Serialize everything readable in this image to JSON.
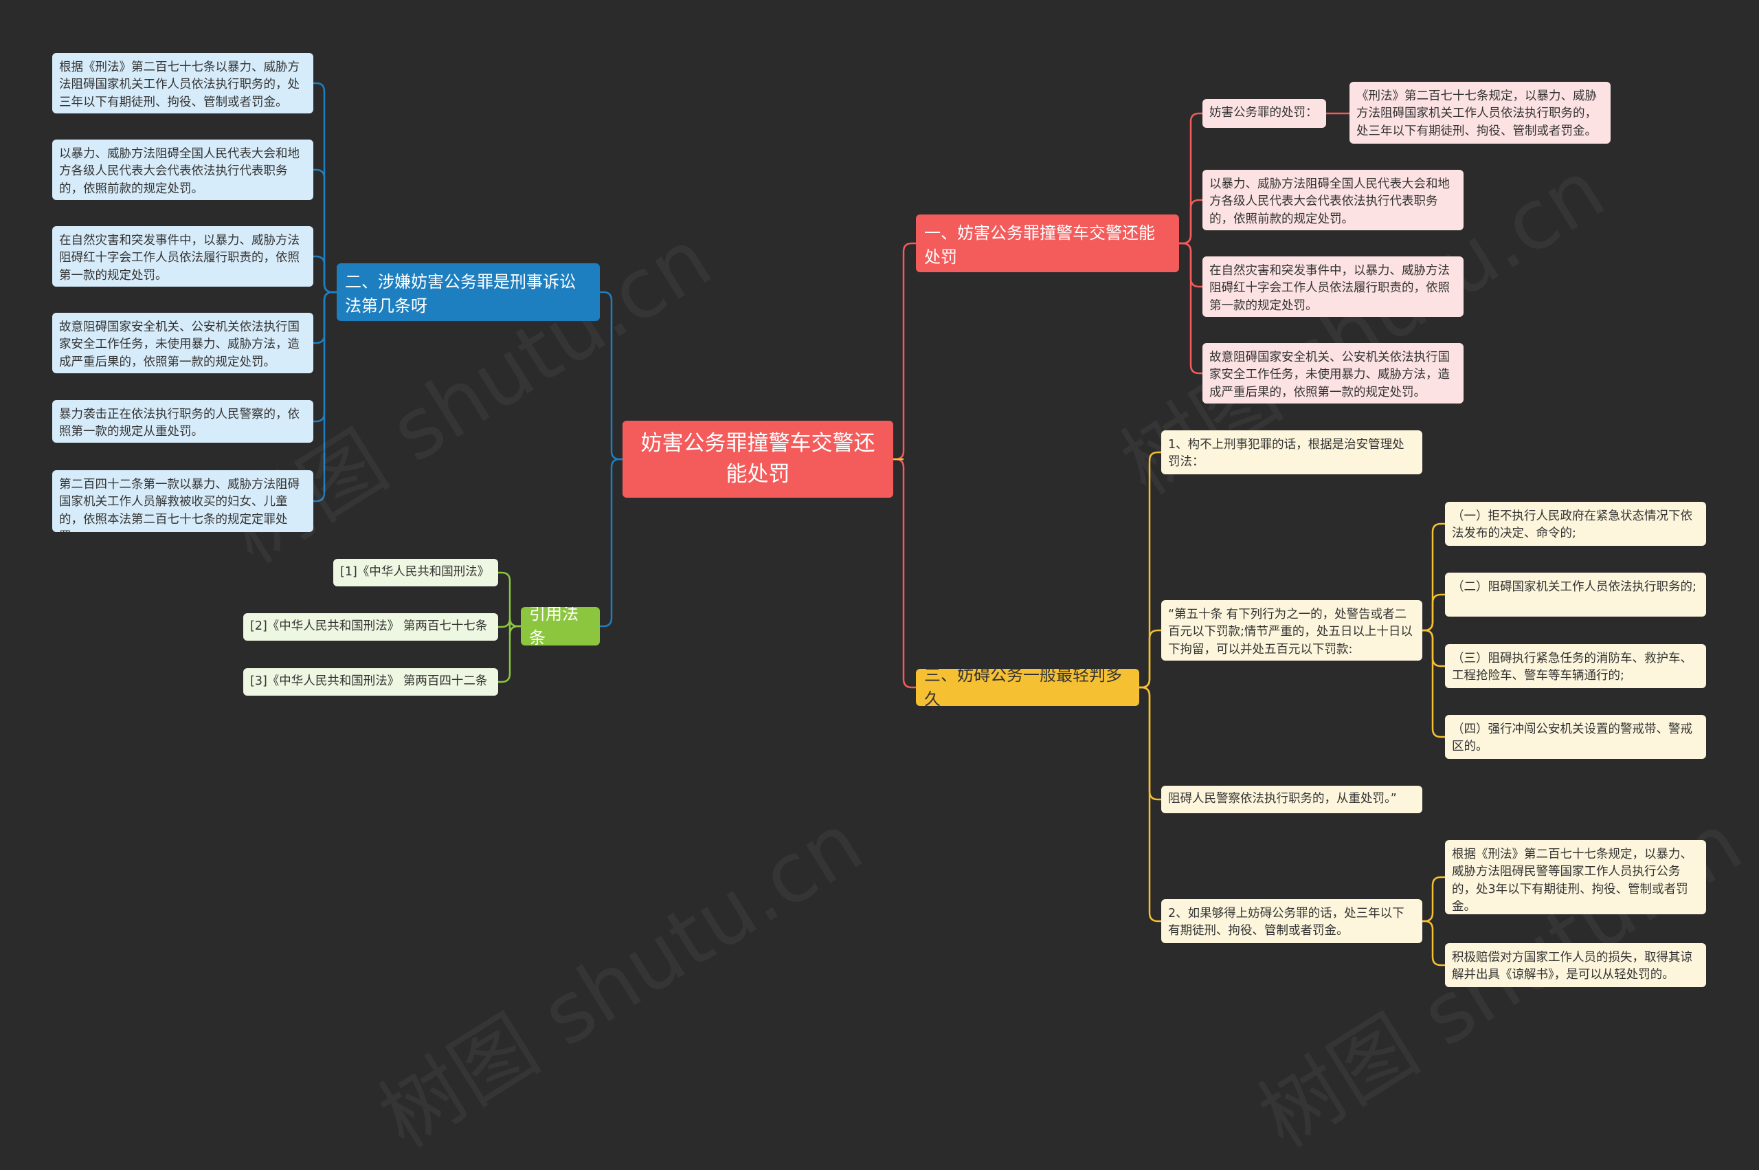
{
  "root": {
    "text": "妨害公务罪撞警车交警还能处罚"
  },
  "branches": {
    "one": {
      "title": "一、妨害公务罪撞警车交警还能处罚",
      "items": [
        "妨害公务罪的处罚：",
        "以暴力、威胁方法阻碍全国人民代表大会和地方各级人民代表大会代表依法执行代表职务的，依照前款的规定处罚。",
        "在自然灾害和突发事件中，以暴力、威胁方法阻碍红十字会工作人员依法履行职责的，依照第一款的规定处罚。",
        "故意阻碍国家安全机关、公安机关依法执行国家安全工作任务，未使用暴力、威胁方法，造成严重后果的，依照第一款的规定处罚。"
      ],
      "sub": "《刑法》第二百七十七条规定，以暴力、威胁方法阻碍国家机关工作人员依法执行职务的，处三年以下有期徒刑、拘役、管制或者罚金。"
    },
    "two": {
      "title": "二、涉嫌妨害公务罪是刑事诉讼法第几条呀",
      "items": [
        "根据《刑法》第二百七十七条以暴力、威胁方法阻碍国家机关工作人员依法执行职务的，处三年以下有期徒刑、拘役、管制或者罚金。",
        "以暴力、威胁方法阻碍全国人民代表大会和地方各级人民代表大会代表依法执行代表职务的，依照前款的规定处罚。",
        "在自然灾害和突发事件中，以暴力、威胁方法阻碍红十字会工作人员依法履行职责的，依照第一款的规定处罚。",
        "故意阻碍国家安全机关、公安机关依法执行国家安全工作任务，未使用暴力、威胁方法，造成严重后果的，依照第一款的规定处罚。",
        "暴力袭击正在依法执行职务的人民警察的，依照第一款的规定从重处罚。",
        "第二百四十二条第一款以暴力、威胁方法阻碍国家机关工作人员解救被收买的妇女、儿童的，依照本法第二百七十七条的规定定罪处罚。"
      ]
    },
    "three": {
      "title": "三、妨碍公务一般最轻判多久",
      "items": [
        "1、构不上刑事犯罪的话，根据是治安管理处罚法：",
        "“第五十条 有下列行为之一的，处警告或者二百元以下罚款;情节严重的，处五日以上十日以下拘留，可以并处五百元以下罚款:",
        "阻碍人民警察依法执行职务的，从重处罚。”",
        "2、如果够得上妨碍公务罪的话，处三年以下有期徒刑、拘役、管制或者罚金。"
      ],
      "sub50": [
        "（一）拒不执行人民政府在紧急状态情况下依法发布的决定、命令的;",
        "（二）阻碍国家机关工作人员依法执行职务的;",
        "（三）阻碍执行紧急任务的消防车、救护车、工程抢险车、警车等车辆通行的;",
        "（四）强行冲闯公安机关设置的警戒带、警戒区的。"
      ],
      "sub2": [
        "根据《刑法》第二百七十七条规定，以暴力、威胁方法阻碍民警等国家工作人员执行公务的，处3年以下有期徒刑、拘役、管制或者罚金。",
        "积极赔偿对方国家工作人员的损失，取得其谅解并出具《谅解书》，是可以从轻处罚的。"
      ]
    },
    "law": {
      "title": "引用法条",
      "items": [
        "[1]《中华人民共和国刑法》",
        "[2]《中华人民共和国刑法》 第两百七十七条",
        "[3]《中华人民共和国刑法》 第两百四十二条"
      ]
    }
  },
  "colors": {
    "background": "#2b2b2b",
    "red": "#f45b5b",
    "blue": "#1e7fc0",
    "yellow": "#f6c033",
    "green": "#8cc63f"
  },
  "watermark": "树图 shutu.cn"
}
